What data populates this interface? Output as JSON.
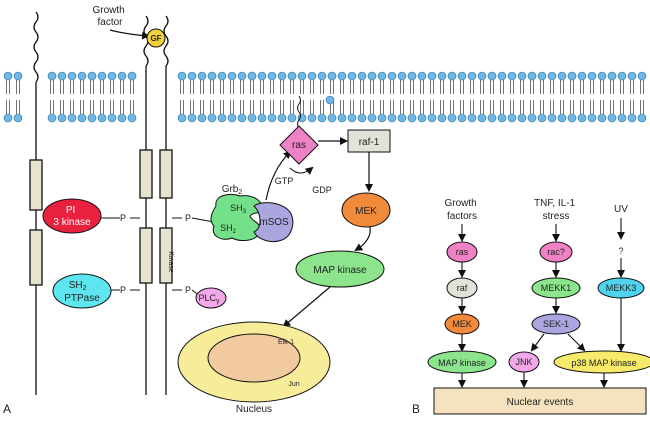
{
  "panel_a": {
    "label": "A",
    "growth_factor_label_line1": "Growth",
    "growth_factor_label_line2": "factor",
    "gf": "GF",
    "pi3k_line1": "PI",
    "pi3k_line2": "3 kinase",
    "sh2ptpase_line1": "SH",
    "sh2ptpase_sub": "2",
    "sh2ptpase_line2": "PTPase",
    "plc": "PLC",
    "plc_sub": "γ",
    "p": "P",
    "kinase_domain": "Kinase",
    "grb2": "Grb",
    "grb2_sub": "2",
    "sh3": "SH",
    "sh3_sub": "3",
    "sh2": "SH",
    "sh2_sub": "2",
    "msos": "mSOS",
    "ras": "ras",
    "gtp": "GTP",
    "gdp": "GDP",
    "raf1": "raf-1",
    "mek": "MEK",
    "map_kinase": "MAP kinase",
    "elk1": "Elk-1",
    "jun": "Jun",
    "nucleus": "Nucleus"
  },
  "panel_b": {
    "label": "B",
    "col1_header_line1": "Growth",
    "col1_header_line2": "factors",
    "col2_header_line1": "TNF, IL-1",
    "col2_header_line2": "stress",
    "col3_header": "UV",
    "ras": "ras",
    "raf": "raf",
    "mek": "MEK",
    "map_kinase": "MAP kinase",
    "rac": "rac?",
    "mekk1": "MEKK1",
    "sek1": "SEK-1",
    "jnk": "JNK",
    "question": "?",
    "mekk3": "MEKK3",
    "p38": "p38 MAP kinase",
    "nuclear_events": "Nuclear events"
  },
  "colors": {
    "pi3k": "#e8213f",
    "sh2ptpase": "#5ee6f0",
    "plc": "#f2a7e8",
    "grb2": "#74e08a",
    "msos": "#a9a6e0",
    "ras": "#ee82c4",
    "raf1": "#dfe3d8",
    "mek": "#f28a3c",
    "map_kinase": "#8ce58c",
    "nucleus_outer": "#f6ec9a",
    "nucleus_inner": "#f2caa0",
    "mekk": "#4fd3ee",
    "sek1": "#a9a6e0",
    "p38": "#f6ea6a",
    "nuclear_events": "#f7e2c0",
    "lipid_head": "#6fb7e6"
  }
}
